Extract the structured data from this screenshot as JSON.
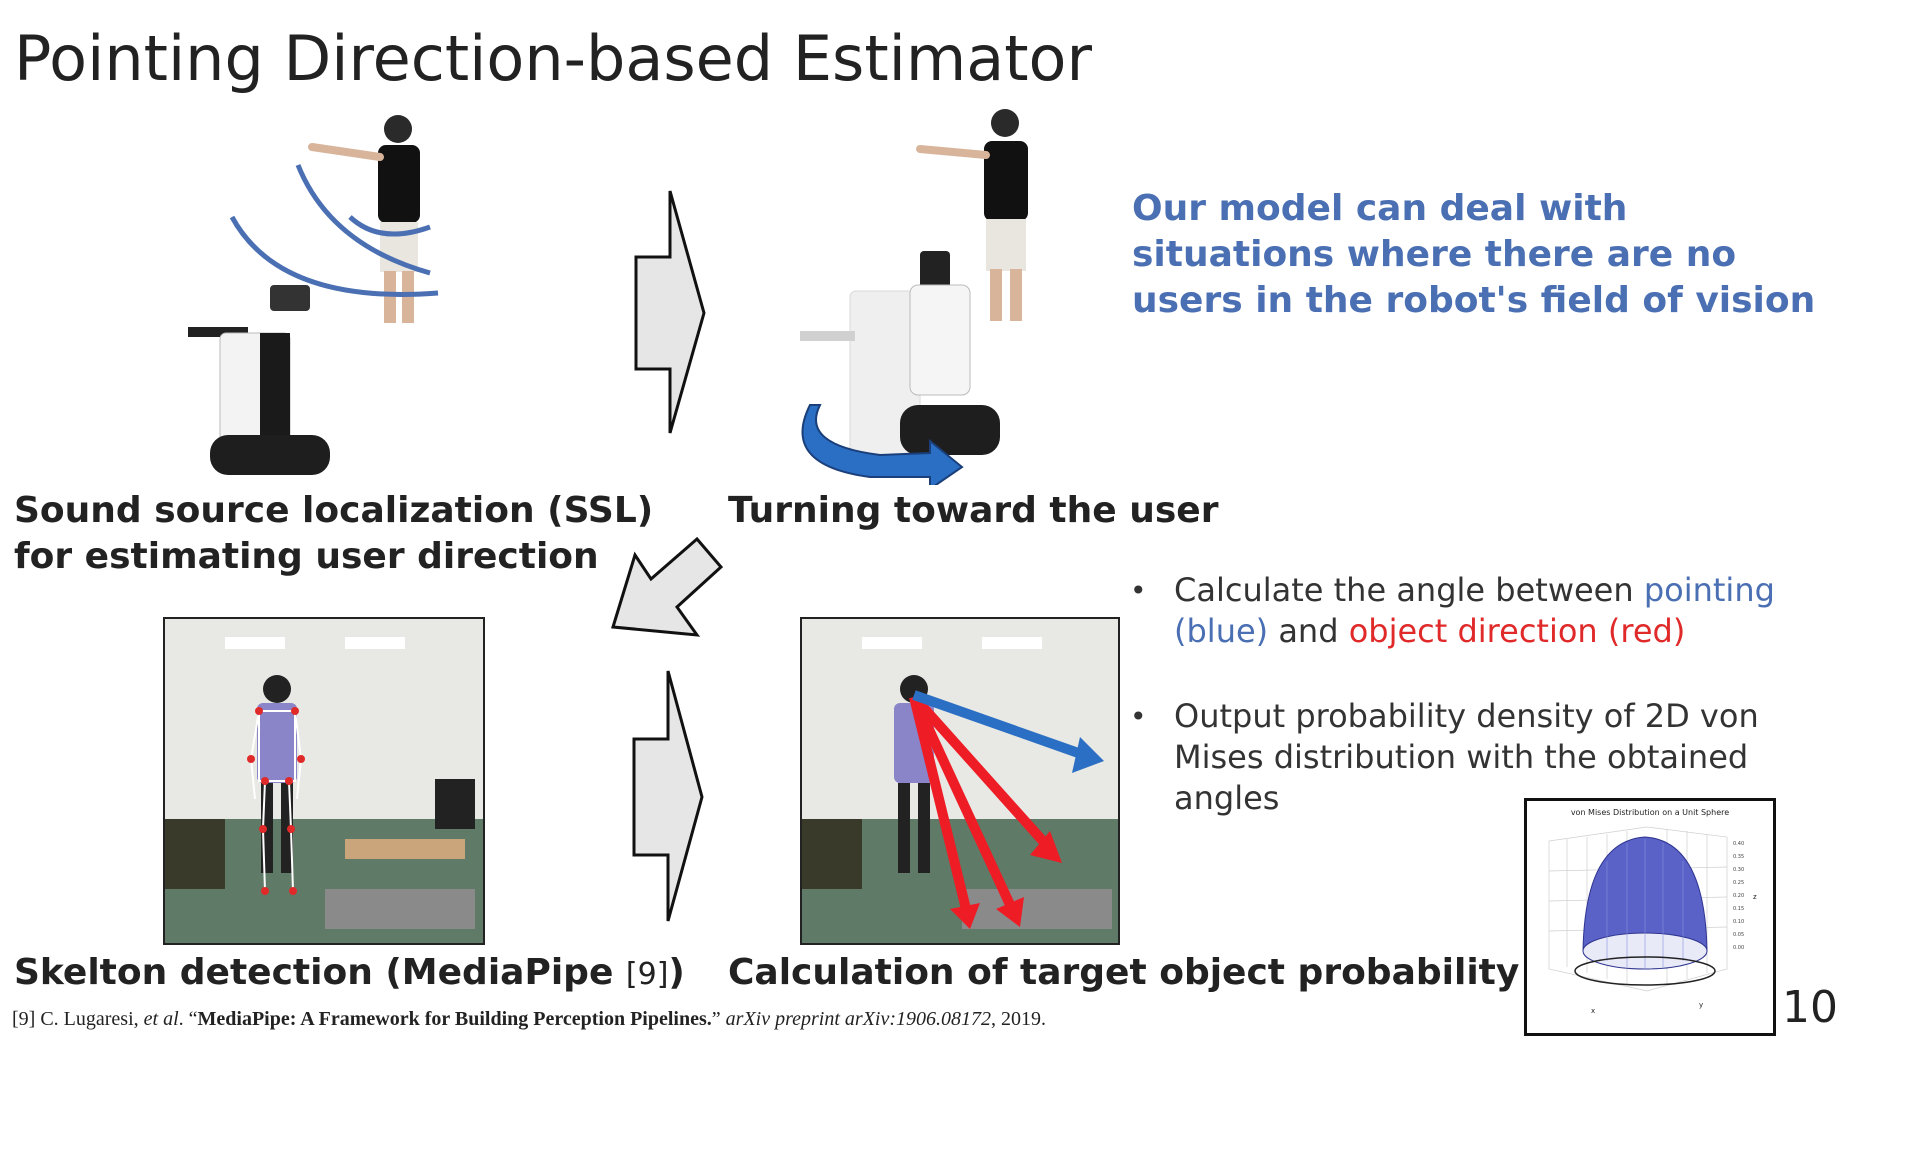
{
  "slide": {
    "title": "Pointing Direction-based Estimator",
    "callout": "Our model can deal with situations where there are no users in the robot's field of vision",
    "page_number": "10"
  },
  "steps": {
    "ssl_caption_line1": "Sound source localization (SSL)",
    "ssl_caption_line2": "for estimating user direction",
    "turn_caption": "Turning toward the user",
    "skeleton_caption_main": "Skelton detection (MediaPipe ",
    "skeleton_caption_ref": "[9]",
    "skeleton_caption_end": ")",
    "calc_caption": "Calculation of target object probability"
  },
  "bullets": {
    "b1_part1": "Calculate the angle between ",
    "b1_blue": "pointing (blue)",
    "b1_part2": " and ",
    "b1_red": "object direction (red)",
    "b2": "Output probability density of  2D von Mises distribution with the obtained angles"
  },
  "vmf_plot": {
    "title": "von Mises Distribution on a Unit Sphere",
    "z_ticks": [
      "0.40",
      "0.35",
      "0.30",
      "0.25",
      "0.20",
      "0.15",
      "0.10",
      "0.05",
      "0.00"
    ],
    "z_label": "z",
    "x_label": "x",
    "y_label": "y"
  },
  "footnote": {
    "ref": "[9] C. Lugaresi, ",
    "etal": "et al",
    "dot": ". “",
    "title": "MediaPipe: A Framework for Building Perception Pipelines.",
    "close": "” ",
    "venue": "arXiv preprint arXiv:1906.08172",
    "year": ", 2019."
  },
  "colors": {
    "accent_blue": "#4a6fb3",
    "accent_red": "#e02a2a",
    "arrow_blue": "#2a6fc4",
    "arrow_red": "#ee1c25"
  }
}
